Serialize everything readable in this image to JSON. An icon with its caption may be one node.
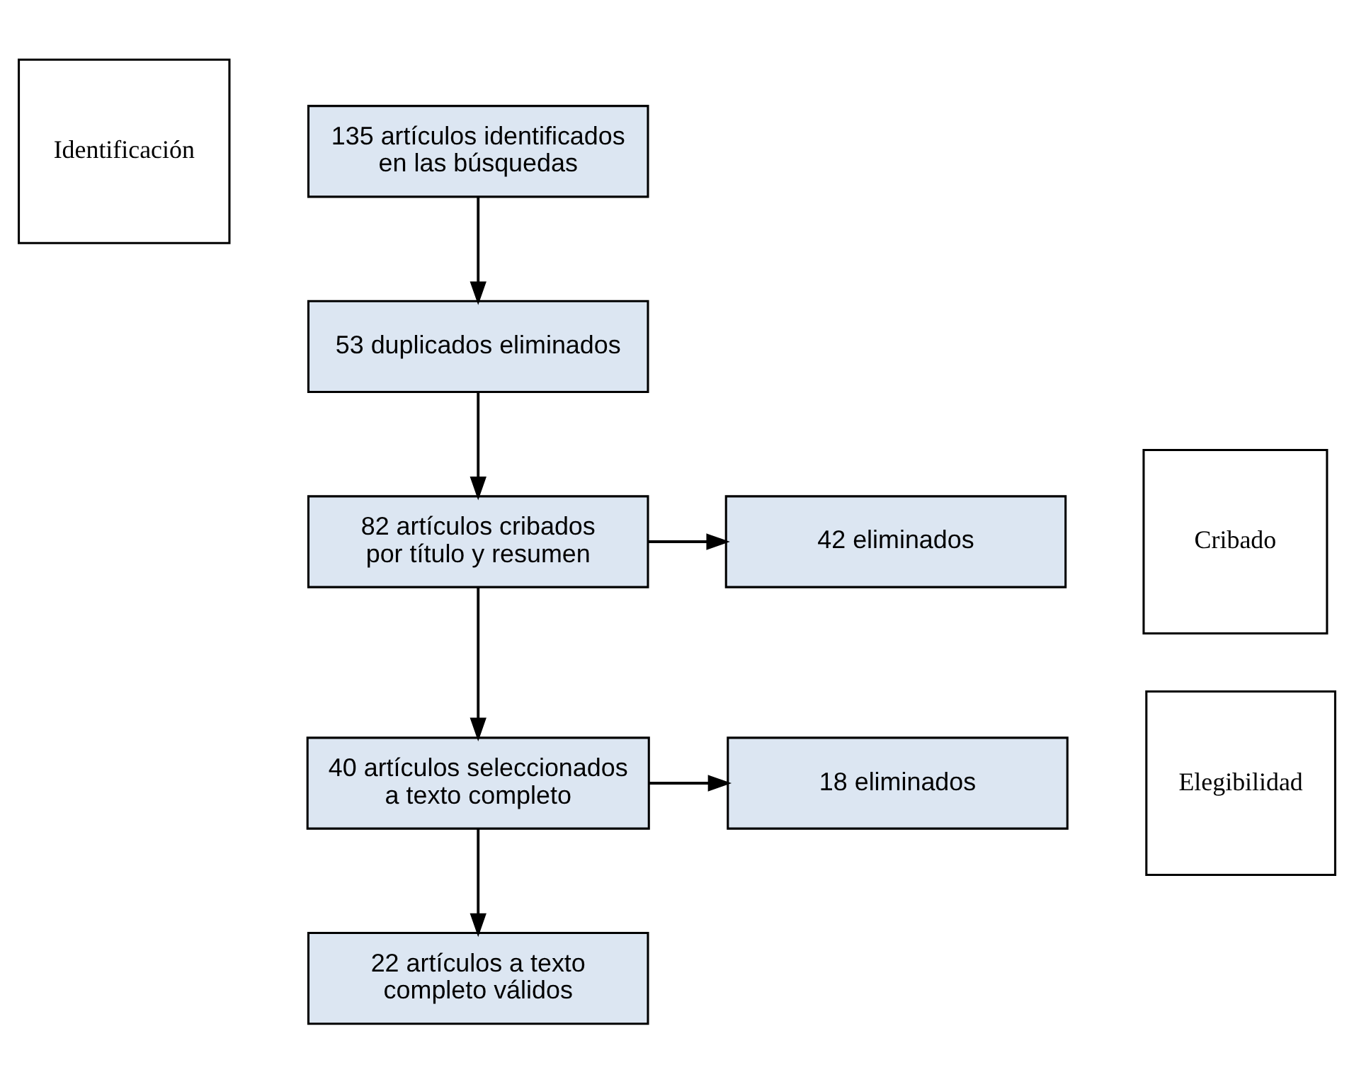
{
  "diagram": {
    "nodes": [
      {
        "text": [
          "Identificación"
        ]
      },
      {
        "text": [
          "135 artículos identificados en las búsquedas"
        ]
      },
      {
        "text": [
          "Cribado"
        ]
      },
      {
        "text": [
          "53 duplicados eliminados"
        ]
      },
      {
        "text": [
          "82 artículos cribados por título y resumen"
        ]
      },
      {
        "text": [
          "42 eliminados"
        ]
      },
      {
        "text": [
          "Elegibilidad"
        ]
      },
      {
        "text": [
          "40 artículos seleccionados a texto completo"
        ]
      },
      {
        "text": [
          "18 eliminados"
        ]
      },
      {
        "text": [
          "22 artículos a texto completo válidos"
        ]
      }
    ],
    "edges": [
      {
        "from": 1,
        "to": 3,
        "arrow": "to"
      },
      {
        "from": 3,
        "to": 4,
        "arrow": "to"
      },
      {
        "from": 4,
        "to": 5,
        "arrow": "to"
      },
      {
        "from": 4,
        "to": 7,
        "arrow": "to"
      },
      {
        "from": 7,
        "to": 8,
        "arrow": "to"
      },
      {
        "from": 7,
        "to": 9,
        "arrow": "to"
      }
    ]
  }
}
